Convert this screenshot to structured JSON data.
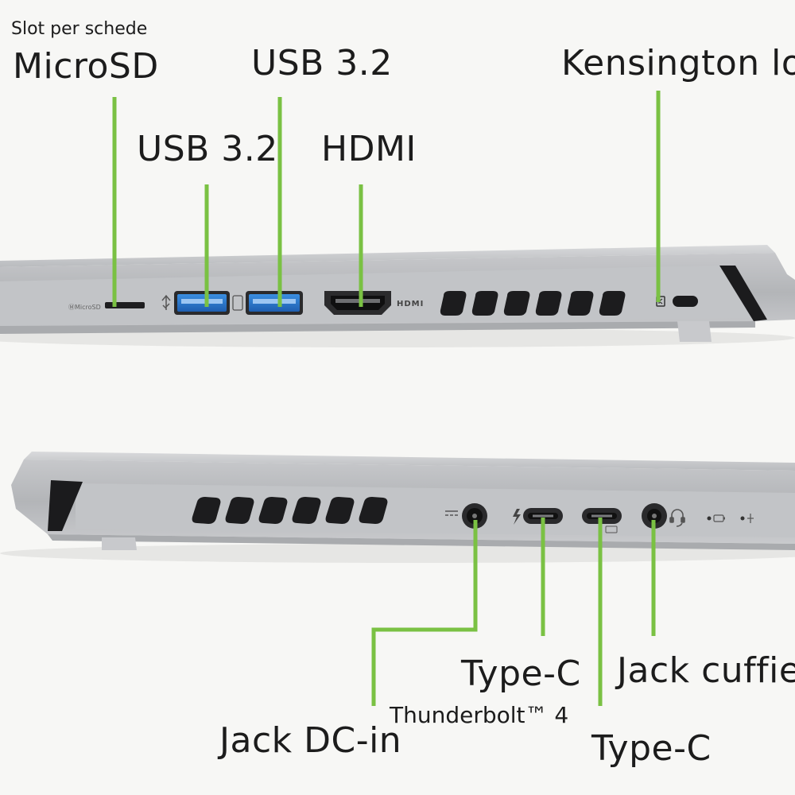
{
  "accent_color": "#7ac143",
  "labels": {
    "slot_caption": "Slot per schede",
    "microsd": "MicroSD",
    "usb32_upper": "USB 3.2",
    "usb32_lower": "USB 3.2",
    "hdmi": "HDMI",
    "kensington": "Kensington loc",
    "jack_dc_in": "Jack DC-in",
    "type_c_tb": "Type-C",
    "thunderbolt": "Thunderbolt™ 4",
    "type_c": "Type-C",
    "jack_cuffie": "Jack cuffie"
  },
  "port_markings": {
    "microsd_mark": "ⓂMicroSD",
    "hdmi_mark": "HDMI"
  },
  "icons": [
    "usb-symbol-icon",
    "thunderbolt-bolt-icon",
    "dc-power-icon",
    "headset-icon",
    "kensington-lock-icon",
    "battery-led-icon",
    "power-led-icon"
  ]
}
